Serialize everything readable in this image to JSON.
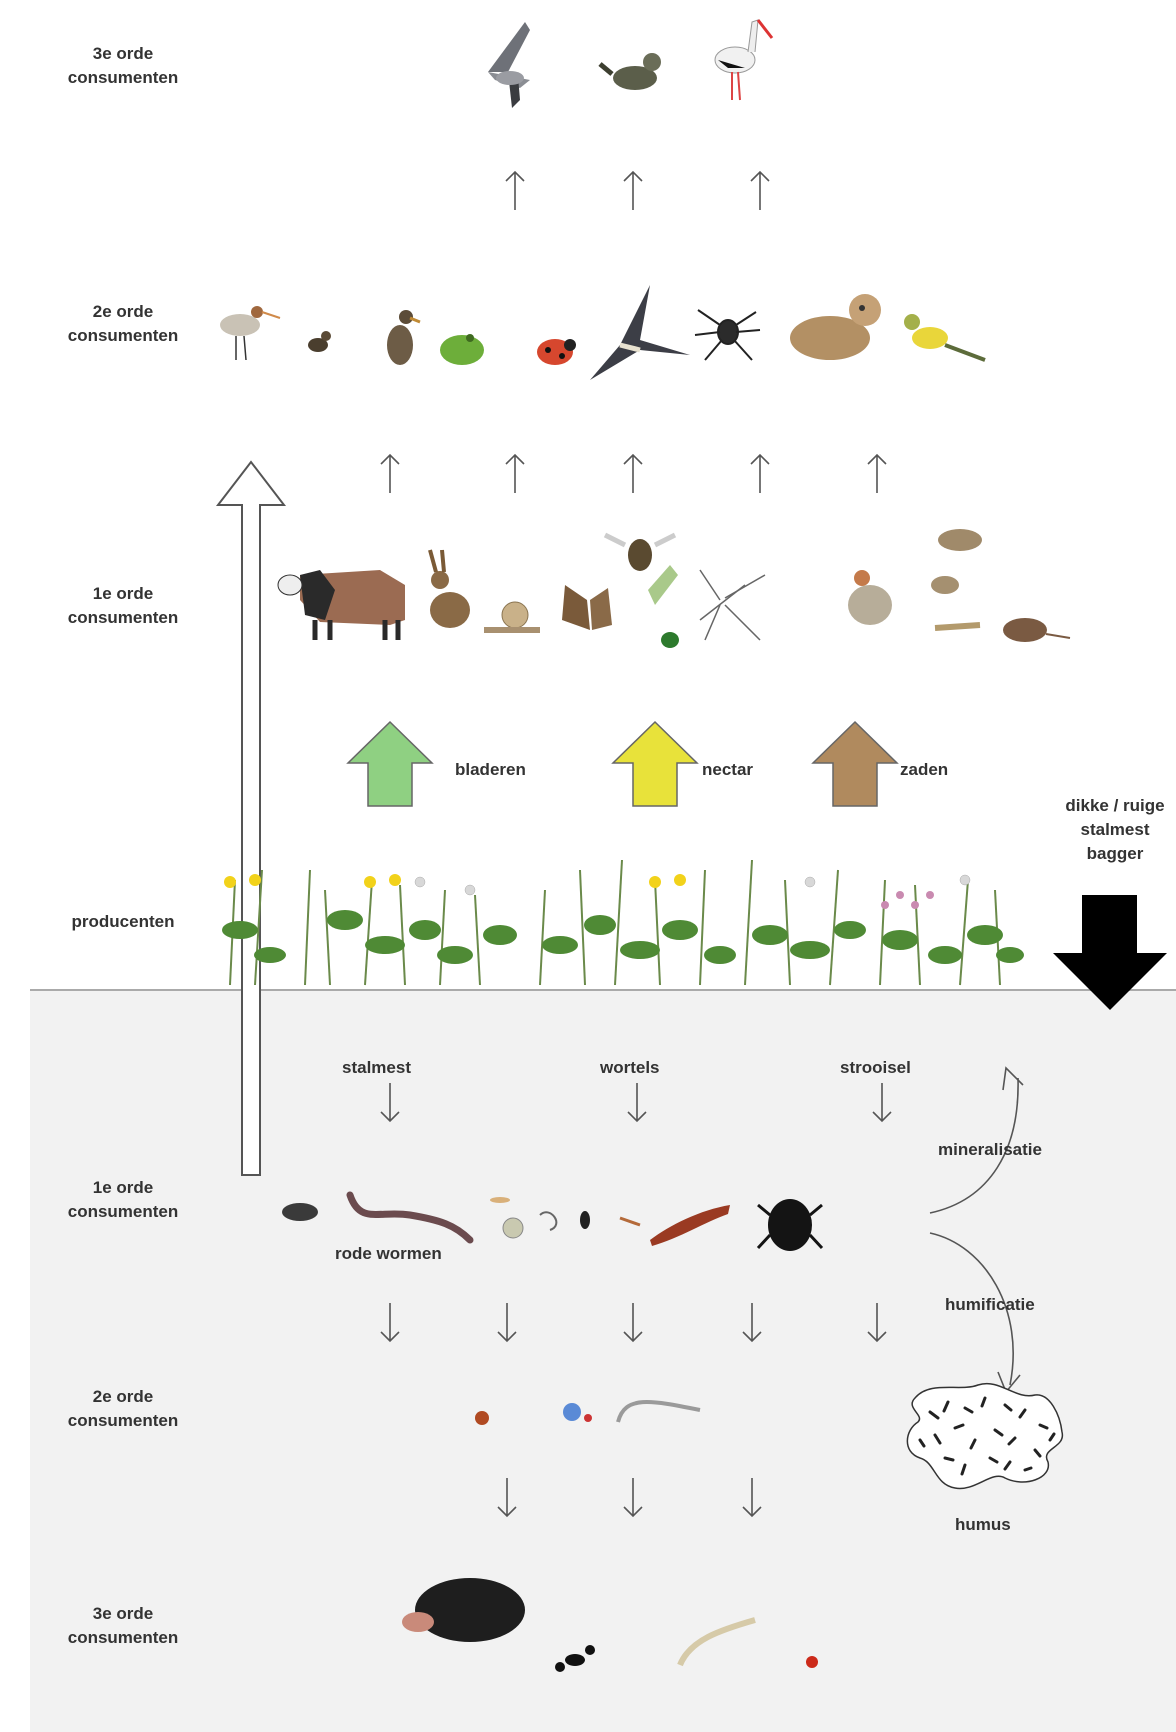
{
  "levels": {
    "above_3": [
      "3e orde",
      "consumenten"
    ],
    "above_2": [
      "2e orde",
      "consumenten"
    ],
    "above_1": [
      "1e orde",
      "consumenten"
    ],
    "producers": "producenten",
    "below_1": [
      "1e orde",
      "consumenten"
    ],
    "below_2": [
      "2e orde",
      "consumenten"
    ],
    "below_3": [
      "3e orde",
      "consumenten"
    ]
  },
  "food_labels": {
    "leaves": "bladeren",
    "nectar": "nectar",
    "seeds": "zaden"
  },
  "input_label": [
    "dikke / ruige",
    "stalmest",
    "bagger"
  ],
  "soil_labels": {
    "manure": "stalmest",
    "roots": "wortels",
    "litter": "strooisel",
    "red_worms": "rode wormen"
  },
  "processes": {
    "mineralisation": "mineralisatie",
    "humification": "humificatie",
    "humus": "humus"
  },
  "colors": {
    "leaves": "#8fd082",
    "nectar": "#e8e23a",
    "seeds": "#b08a5e",
    "soil": "#f2f2f2",
    "input_arrow": "#000000"
  }
}
